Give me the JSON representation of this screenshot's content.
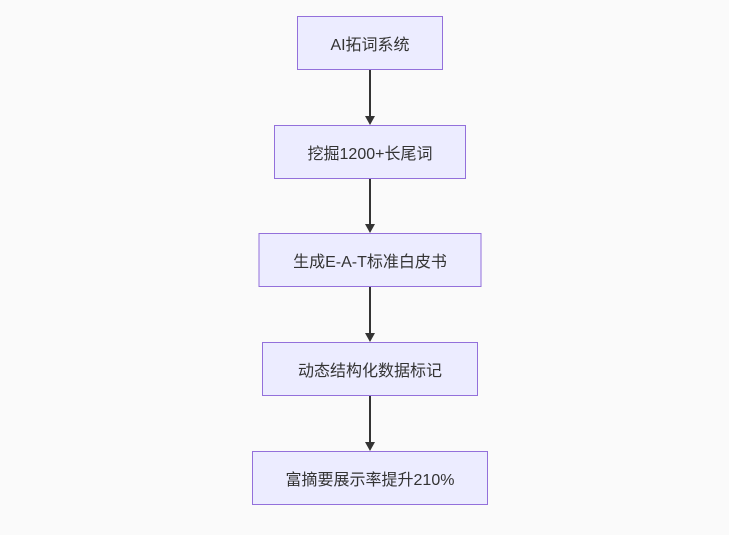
{
  "flowchart": {
    "direction": "top-down",
    "nodes": [
      {
        "id": "A",
        "label": "AI拓词系统"
      },
      {
        "id": "B",
        "label": "挖掘1200+长尾词"
      },
      {
        "id": "C",
        "label": "生成E-A-T标准白皮书"
      },
      {
        "id": "D",
        "label": "动态结构化数据标记"
      },
      {
        "id": "E",
        "label": "富摘要展示率提升210%"
      }
    ],
    "edges": [
      {
        "from": "A",
        "to": "B"
      },
      {
        "from": "B",
        "to": "C"
      },
      {
        "from": "C",
        "to": "D"
      },
      {
        "from": "D",
        "to": "E"
      }
    ],
    "colors": {
      "node_fill": "#ECECFF",
      "node_border": "#9370DB",
      "arrow": "#333333",
      "text": "#333333",
      "background": "#fafafa"
    }
  }
}
